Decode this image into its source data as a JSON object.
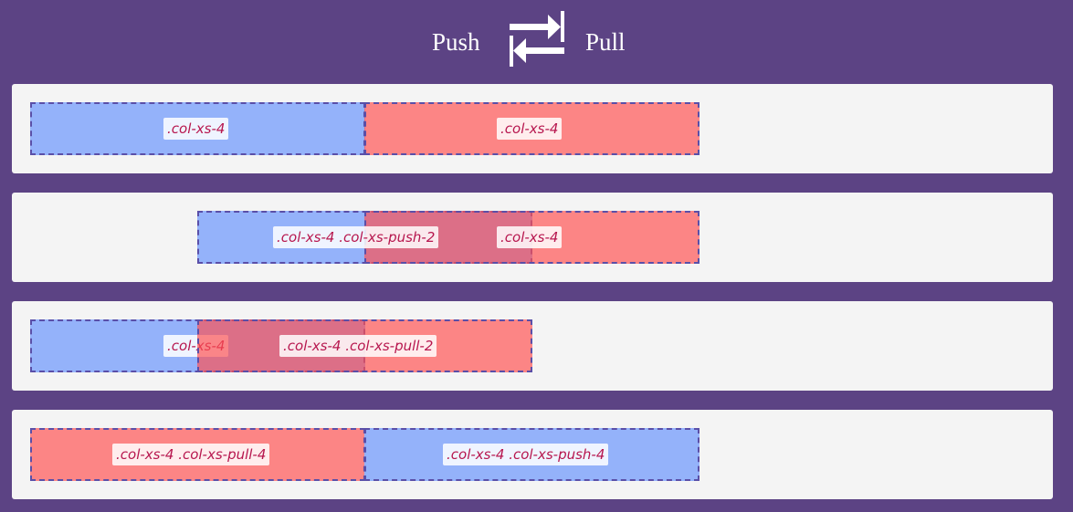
{
  "header": {
    "push_label": "Push",
    "pull_label": "Pull",
    "icon": "swap-arrows-icon"
  },
  "colors": {
    "background": "#5c4384",
    "panel": "#f4f4f4",
    "blue_column": "#94b2fa",
    "red_column": "#ff8080",
    "label_text": "#b7164e"
  },
  "rows": [
    {
      "labels": [
        ".col-xs-4",
        ".col-xs-4"
      ]
    },
    {
      "labels": [
        ".col-xs-4 .col-xs-push-2",
        ".col-xs-4"
      ]
    },
    {
      "labels": [
        ".col-xs-4",
        ".col-xs-4 .col-xs-pull-2"
      ]
    },
    {
      "labels": [
        ".col-xs-4 .col-xs-pull-4",
        ".col-xs-4 .col-xs-push-4"
      ]
    }
  ]
}
